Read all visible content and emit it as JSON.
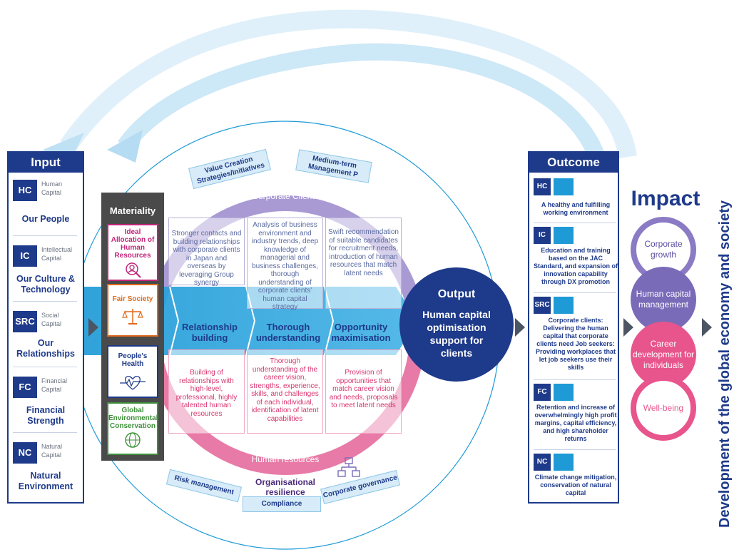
{
  "colors": {
    "navy": "#1e3a8a",
    "sky": "#1e9ad6",
    "purple": "#8b7bc4",
    "pink": "#e8558c",
    "gray": "#4b5563"
  },
  "input": {
    "title": "Input",
    "items": [
      {
        "code": "HC",
        "sub": "Human Capital",
        "name": "Our People"
      },
      {
        "code": "IC",
        "sub": "Intellectual Capital",
        "name": "Our Culture & Technology"
      },
      {
        "code": "SRC",
        "sub": "Social Capital",
        "name": "Our Relationships"
      },
      {
        "code": "FC",
        "sub": "Financial Capital",
        "name": "Financial Strength"
      },
      {
        "code": "NC",
        "sub": "Natural Capital",
        "name": "Natural Environment"
      }
    ]
  },
  "materiality": {
    "title": "Materiality",
    "items": [
      {
        "label": "Ideal Allocation of Human Resources",
        "color": "#c0267a",
        "icon": "person-search-icon"
      },
      {
        "label": "Fair Society",
        "color": "#e06a1b",
        "icon": "scales-icon"
      },
      {
        "label": "People's Health",
        "color": "#1e3a8a",
        "icon": "heart-pulse-icon"
      },
      {
        "label": "Global Environmental Conservation",
        "color": "#3f8f3a",
        "icon": "globe-icon"
      }
    ]
  },
  "tags": {
    "strategies": "Value Creation Strategies/Initiatives",
    "plan": "Medium-term Management P"
  },
  "ring": {
    "top": "Corporate Clients",
    "bottom": "Human resources",
    "resilience": "Organisational resilience",
    "governance": [
      "Risk management",
      "Compliance",
      "Corporate governance"
    ]
  },
  "process": {
    "steps": [
      "Relationship building",
      "Thorough understanding",
      "Opportunity maximisation"
    ],
    "clients": [
      "Stronger contacts and building relationships with corporate clients in Japan and overseas by leveraging Group synergy",
      "Analysis of business environment and industry trends, deep knowledge of managerial and business challenges, thorough understanding of corporate clients' human capital strategy",
      "Swift recommendation of suitable candidates for recruitment needs, introduction of human resources that match latent needs"
    ],
    "resources": [
      "Building of relationships with high-level, professional, highly talented human resources",
      "Thorough understanding of the career vision, strengths, experience, skills, and challenges of each individual, identification of latent capabilities",
      "Provision of opportunities that match career vision and needs, proposals to meet latent needs"
    ]
  },
  "output": {
    "title": "Output",
    "text": "Human capital optimisation support for clients"
  },
  "outcome": {
    "title": "Outcome",
    "items": [
      {
        "code": "HC",
        "icon": "people-group-icon",
        "text": "A healthy and fulfilling working environment"
      },
      {
        "code": "IC",
        "icon": "lightbulb-icon",
        "text": "Education and training based on the JAC Standard, and expansion of innovation capability through DX promotion"
      },
      {
        "code": "SRC",
        "icon": "handshake-icon",
        "text": "Corporate clients: Delivering the human capital that corporate clients need Job seekers: Providing workplaces that let job seekers use their skills"
      },
      {
        "code": "FC",
        "icon": "bar-chart-icon",
        "text": "Retention and increase of overwhelmingly high profit margins, capital efficiency, and high shareholder returns"
      },
      {
        "code": "NC",
        "icon": "leaf-hand-icon",
        "text": "Climate change mitigation, conservation of natural capital"
      }
    ]
  },
  "impact": {
    "title": "Impact",
    "items": [
      {
        "label": "Corporate growth",
        "color": "#8b7bc4"
      },
      {
        "label": "Human capital management",
        "color": "#7a6bb8"
      },
      {
        "label": "Career development for individuals",
        "color": "#e8558c"
      },
      {
        "label": "Well-being",
        "color": "#e8558c"
      }
    ]
  },
  "vertical": "Development of the global economy and society"
}
